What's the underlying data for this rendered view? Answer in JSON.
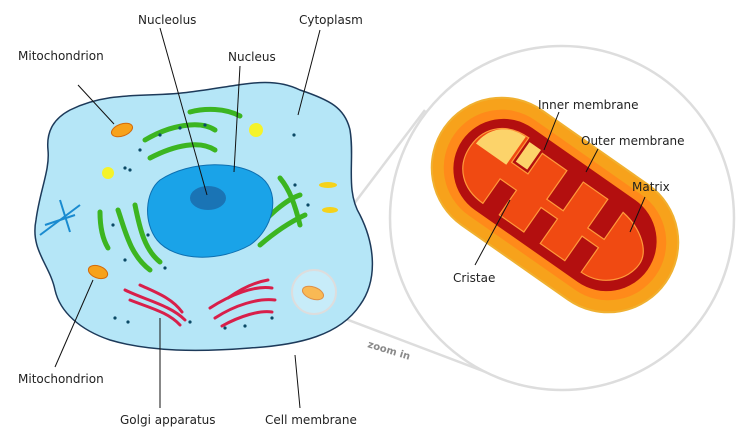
{
  "labels": {
    "nucleolus": "Nucleolus",
    "cytoplasm": "Cytoplasm",
    "mitochondrion_top": "Mitochondrion",
    "nucleus": "Nucleus",
    "mitochondrion_bottom": "Mitochondrion",
    "golgi": "Golgi apparatus",
    "cell_membrane": "Cell membrane",
    "inner_membrane": "Inner membrane",
    "outer_membrane": "Outer membrane",
    "matrix": "Matrix",
    "cristae": "Cristae",
    "zoom_in": "zoom in"
  },
  "colors": {
    "cytoplasm": "#b5e6f7",
    "membrane": "#1d3a5a",
    "nucleus": "#1aa3e8",
    "er": "#3cb521",
    "golgi": "#d81f4a",
    "mito_outer": "#f7a21b",
    "mito_matrix": "#f04a12",
    "mito_inner_dark": "#b30f0f",
    "mito_light": "#fcd36a"
  }
}
